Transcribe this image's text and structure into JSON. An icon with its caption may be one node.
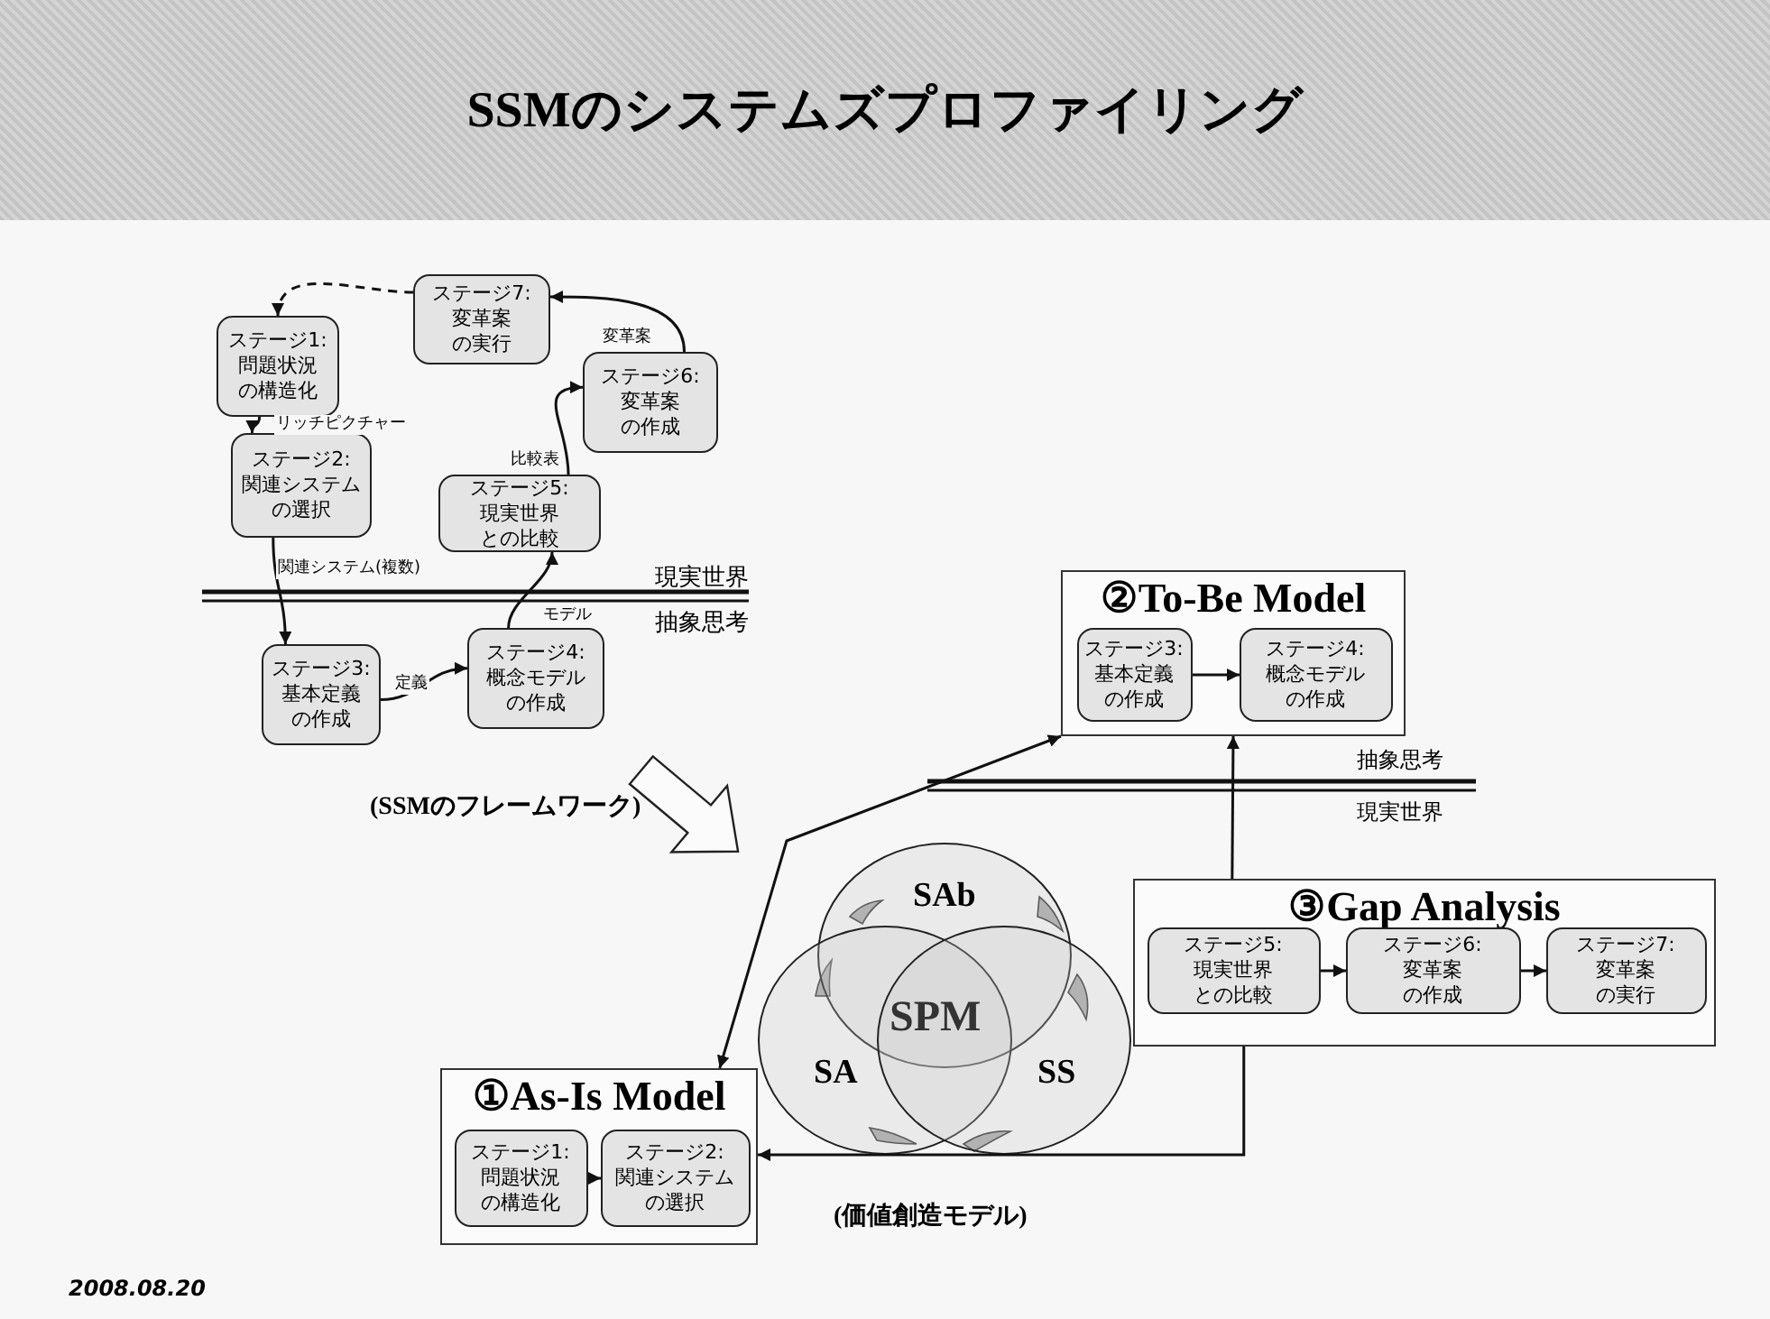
{
  "diagram": {
    "title": "SSMのシステムズプロファイリング",
    "nodes": [
      {
        "text": [
          "ステージ1:",
          "問題状況の構造化"
        ]
      },
      {
        "text": [
          "ステージ2:",
          "関連システムの選択"
        ]
      },
      {
        "text": [
          "ステージ3:",
          "基本定義の作成"
        ]
      },
      {
        "text": [
          "ステージ4:",
          "概念モデルの作成"
        ]
      },
      {
        "text": [
          "ステージ5:",
          "現実世界との比較"
        ]
      },
      {
        "text": [
          "ステージ6:",
          "変革案の作成"
        ]
      },
      {
        "text": [
          "ステージ7:",
          "変革案の実行"
        ]
      },
      {
        "text": [
          "②To-Be Model"
        ]
      },
      {
        "text": [
          "ステージ3:",
          "基本定義の作成"
        ],
        "in": 7
      },
      {
        "text": [
          "ステージ4:",
          "概念モデルの作成"
        ],
        "in": 7
      },
      {
        "text": [
          "③Gap Analysis"
        ]
      },
      {
        "text": [
          "ステージ5:",
          "現実世界との比較"
        ],
        "in": 10
      },
      {
        "text": [
          "ステージ6:",
          "変革案の作成"
        ],
        "in": 10
      },
      {
        "text": [
          "ステージ7:",
          "変革案の実行"
        ],
        "in": 10
      },
      {
        "text": [
          "①As-Is Model"
        ]
      },
      {
        "text": [
          "ステージ1:",
          "問題状況の構造化"
        ],
        "in": 14
      },
      {
        "text": [
          "ステージ2:",
          "関連システムの選択"
        ],
        "in": 14
      },
      {
        "text": [
          "SAb"
        ]
      },
      {
        "text": [
          "SA"
        ]
      },
      {
        "text": [
          "SS"
        ]
      }
    ],
    "edges": [
      {
        "from": 6,
        "to": 0,
        "arrow": "to",
        "style": "dashed"
      },
      {
        "from": 0,
        "to": 1,
        "arrow": "to",
        "label": "リッチピクチャー"
      },
      {
        "from": 1,
        "to": 2,
        "arrow": "to",
        "label": "関連システム(複数)"
      },
      {
        "from": 2,
        "to": 3,
        "arrow": "to",
        "label": "定義"
      },
      {
        "from": 3,
        "to": 4,
        "arrow": "to",
        "label": "モデル"
      },
      {
        "from": 4,
        "to": 5,
        "arrow": "to",
        "label": "比較表"
      },
      {
        "from": 5,
        "to": 6,
        "arrow": "to",
        "label": "変革案"
      },
      {
        "from": 8,
        "to": 9,
        "arrow": "to"
      },
      {
        "from": 11,
        "to": 12,
        "arrow": "to"
      },
      {
        "from": 12,
        "to": 13,
        "arrow": "to"
      },
      {
        "from": 15,
        "to": 16,
        "arrow": "to"
      },
      {
        "from": 14,
        "to": 7,
        "arrow": "both"
      },
      {
        "from": 10,
        "to": 7,
        "arrow": "to"
      },
      {
        "from": 10,
        "to": 14,
        "arrow": "to"
      }
    ],
    "labels": [
      "現実世界",
      "抽象思考",
      "(SSMのフレームワーク)",
      "抽象思考",
      "現実世界",
      "SPM",
      "(価値創造モデル)",
      "2008.08.20"
    ]
  }
}
